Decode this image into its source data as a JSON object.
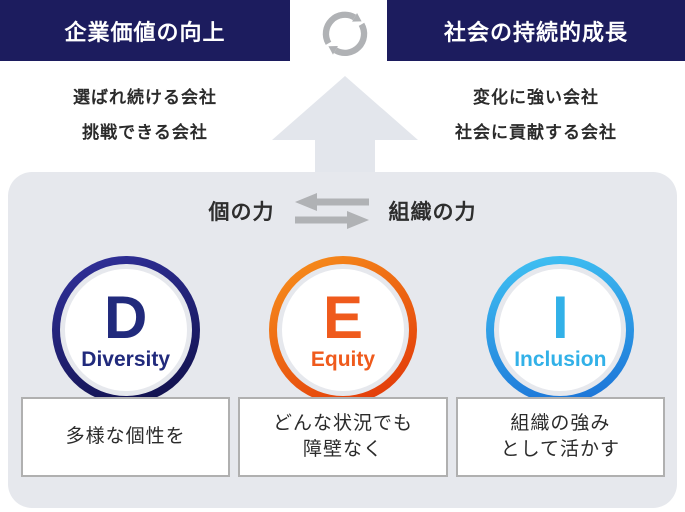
{
  "header": {
    "left_box": "企業価値の向上",
    "right_box": "社会の持続的成長",
    "cycle_icon": "circular-arrows",
    "left_lines": [
      "選ばれ続ける会社",
      "挑戦できる会社"
    ],
    "right_lines": [
      "変化に強い会社",
      "社会に貢献する会社"
    ]
  },
  "panel": {
    "exchange": {
      "left": "個の力",
      "right": "組織の力"
    },
    "dei": [
      {
        "letter": "D",
        "word": "Diversity",
        "lines": [
          "多様な個性を"
        ]
      },
      {
        "letter": "E",
        "word": "Equity",
        "lines": [
          "どんな状況でも",
          "障壁なく"
        ]
      },
      {
        "letter": "I",
        "word": "Inclusion",
        "lines": [
          "組織の強み",
          "として活かす"
        ]
      }
    ]
  },
  "colors": {
    "navy_box_bg": "#1c1c5e",
    "panel_bg": "#e6e8ed",
    "up_arrow": "#e3e6ec",
    "icon_gray": "#b0b2b5",
    "body_text": "#2b2b2b",
    "box_border": "#b0b0b0",
    "diversity_ring_start": "#32329e",
    "diversity_ring_end": "#0f0f47",
    "diversity_text": "#212a7c",
    "equity_ring_start": "#f8941d",
    "equity_ring_end": "#e03208",
    "equity_text": "#ef5a1c",
    "inclusion_ring_start": "#41c3f3",
    "inclusion_ring_end": "#1a70d6",
    "inclusion_text": "#32b1e8"
  }
}
